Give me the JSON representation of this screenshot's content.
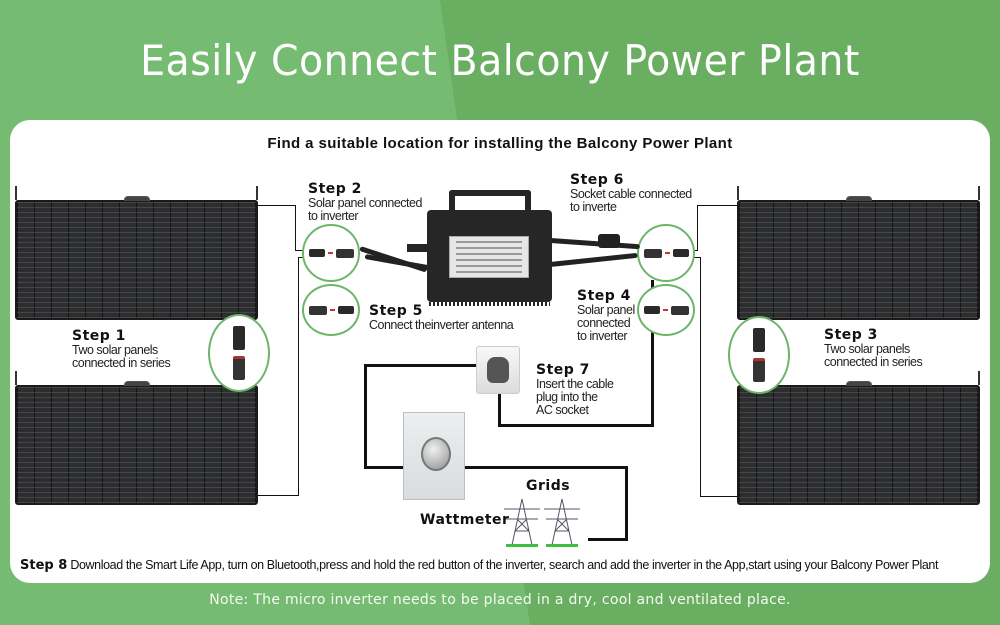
{
  "header": {
    "title": "Easily Connect Balcony Power Plant",
    "subtitle": "Find a suitable location for installing the Balcony Power Plant"
  },
  "steps": [
    {
      "id": "step1",
      "heading": "Step 1",
      "description": "Two solar panels\nconnected in series"
    },
    {
      "id": "step2",
      "heading": "Step 2",
      "description": "Solar panel connected\nto inverter"
    },
    {
      "id": "step3",
      "heading": "Step 3",
      "description": "Two solar panels\nconnected in series"
    },
    {
      "id": "step4",
      "heading": "Step 4",
      "description": "Solar panel\nconnected\nto inverter"
    },
    {
      "id": "step5",
      "heading": "Step 5",
      "description": "Connect theinverter antenna"
    },
    {
      "id": "step6",
      "heading": "Step 6",
      "description": "Socket cable connected\nto inverte"
    },
    {
      "id": "step7",
      "heading": "Step 7",
      "description": "Insert the cable\nplug into the\nAC socket"
    },
    {
      "id": "step8",
      "heading": "Step 8",
      "description": "Download the Smart Life App, turn on Bluetooth,press and hold the red button of the inverter, search and add the inverter in the App,start using your Balcony Power Plant"
    }
  ],
  "components": {
    "wattmeter_label": "Wattmeter",
    "grid_label": "Grids"
  },
  "footer": {
    "note": "Note: The micro inverter needs to be placed in a dry, cool and ventilated place."
  },
  "colors": {
    "background_green": "#76bb72",
    "background_green_dark": "#6aae62",
    "circle_outline": "#6db56a",
    "panel": "#2c2d2f"
  }
}
